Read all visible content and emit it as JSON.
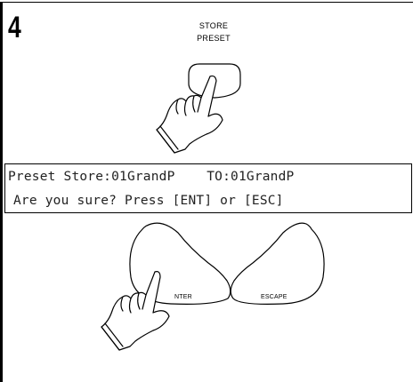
{
  "step": {
    "number": "4"
  },
  "store_button": {
    "label_line1": "STORE",
    "label_line2": "PRESET"
  },
  "lcd": {
    "line1": "Preset Store:01GrandP    TO:01GrandP",
    "line2": "Are you sure? Press [ENT] or [ESC]"
  },
  "buttons": {
    "enter_label": "NTER",
    "escape_label": "ESCAPE"
  },
  "icons": {
    "store_hand": "pointing-hand-icon",
    "enter_hand": "pointing-hand-icon"
  }
}
